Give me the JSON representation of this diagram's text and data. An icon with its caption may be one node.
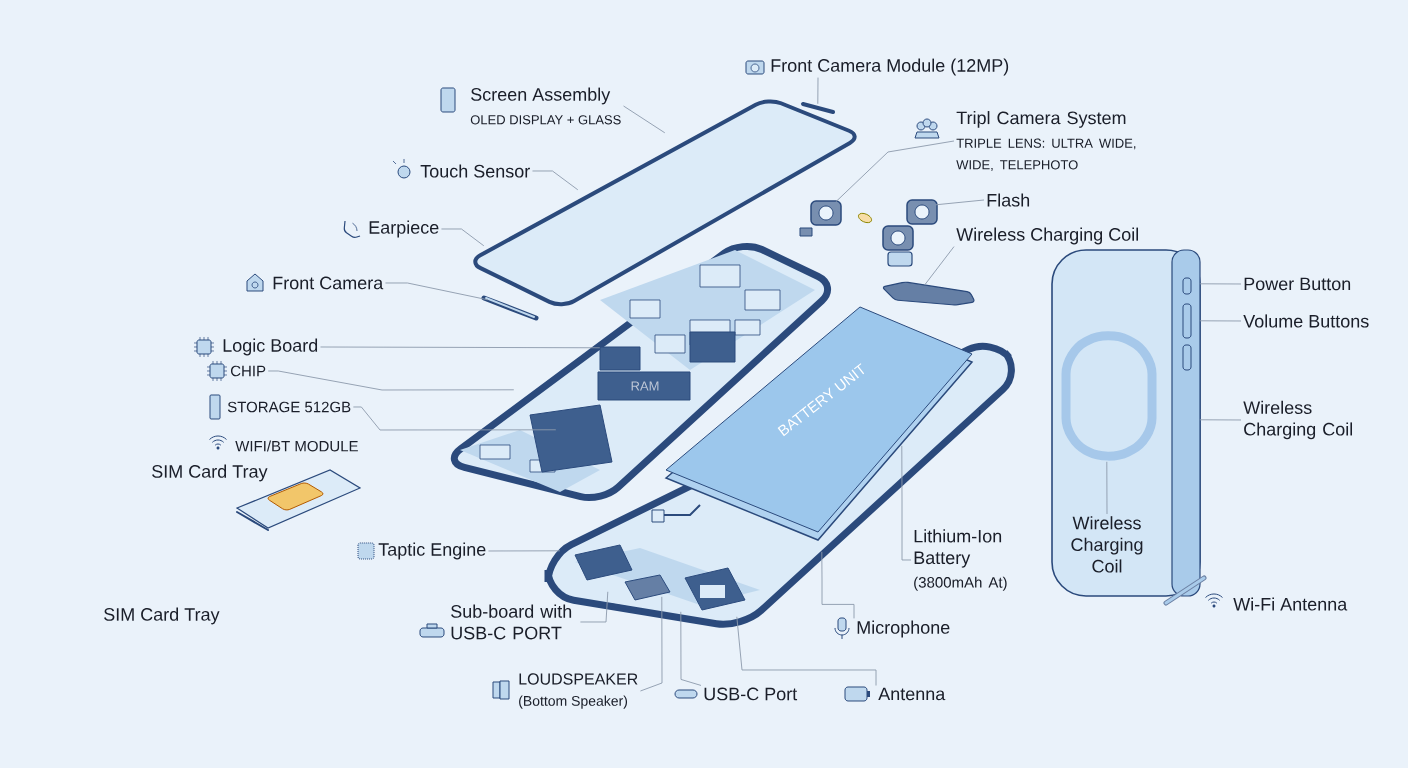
{
  "diagram": {
    "nodes": [
      {
        "text": [
          "Screen Assembly",
          "OLED DISPLAY + GLASS"
        ]
      },
      {
        "text": [
          "Touch Sensor"
        ]
      },
      {
        "text": [
          "Earpiece"
        ]
      },
      {
        "text": [
          "Front Camera"
        ]
      },
      {
        "text": [
          "Front Camera Module (12MP)"
        ]
      },
      {
        "text": [
          "Tripl Camera System",
          "TRIPLE LENS: ULTRA WIDE, WIDE, TELEPHOTO"
        ]
      },
      {
        "text": [
          "Flash"
        ]
      },
      {
        "text": [
          "Wireless Charging Coil"
        ]
      },
      {
        "text": [
          "Logic Board"
        ]
      },
      {
        "text": [
          "CHIP"
        ]
      },
      {
        "text": [
          "STORAGE 512GB"
        ]
      },
      {
        "text": [
          "Taptic Engine"
        ]
      },
      {
        "text": [
          "Sub-board with USB-C PORT"
        ]
      },
      {
        "text": [
          "LOUDSPEAKER",
          "(Bottom Speaker)"
        ]
      },
      {
        "text": [
          "USB-C Port"
        ]
      },
      {
        "text": [
          "Antenna"
        ]
      },
      {
        "text": [
          "Microphone"
        ]
      },
      {
        "text": [
          "Lithium-Ion Battery",
          "(3800mAh At)"
        ]
      },
      {
        "text": [
          "Power Button"
        ]
      },
      {
        "text": [
          "Volume Buttons"
        ]
      },
      {
        "text": [
          "Wireless Charging Coil"
        ]
      },
      {
        "text": [
          "Wireless Charging Coil"
        ],
        "in": 31
      },
      {
        "text": [],
        "shape": "picture"
      },
      {
        "text": [],
        "shape": "picture"
      },
      {
        "text": [],
        "shape": "picture"
      },
      {
        "text": [],
        "shape": "picture"
      },
      {
        "text": [],
        "shape": "picture"
      },
      {
        "text": [],
        "shape": "picture"
      },
      {
        "text": [],
        "shape": "picture"
      },
      {
        "text": [],
        "shape": "picture"
      },
      {
        "text": [],
        "shape": "picture"
      },
      {
        "text": [],
        "shape": "picture"
      },
      {
        "text": [],
        "shape": "picture",
        "in": 31
      }
    ],
    "edges": [
      {
        "from": 0,
        "to": 22,
        "arrow": "none"
      },
      {
        "from": 1,
        "to": 22,
        "arrow": "none"
      },
      {
        "from": 2,
        "to": 22,
        "arrow": "none"
      },
      {
        "from": 3,
        "to": 23,
        "arrow": "none"
      },
      {
        "from": 4,
        "to": 24,
        "arrow": "none"
      },
      {
        "from": 5,
        "to": 25,
        "arrow": "none"
      },
      {
        "from": 6,
        "to": 26,
        "arrow": "none"
      },
      {
        "from": 7,
        "to": 27,
        "arrow": "none"
      },
      {
        "from": 8,
        "to": 28,
        "arrow": "none"
      },
      {
        "from": 9,
        "to": 28,
        "arrow": "none"
      },
      {
        "from": 10,
        "to": 28,
        "arrow": "none"
      },
      {
        "from": 11,
        "to": 30,
        "arrow": "none"
      },
      {
        "from": 12,
        "to": 30,
        "arrow": "none"
      },
      {
        "from": 13,
        "to": 30,
        "arrow": "none"
      },
      {
        "from": 14,
        "to": 30,
        "arrow": "none"
      },
      {
        "from": 15,
        "to": 30,
        "arrow": "none"
      },
      {
        "from": 16,
        "to": 30,
        "arrow": "none"
      },
      {
        "from": 17,
        "to": 29,
        "arrow": "none"
      },
      {
        "from": 18,
        "to": 31,
        "arrow": "none"
      },
      {
        "from": 19,
        "to": 31,
        "arrow": "none"
      },
      {
        "from": 20,
        "to": 31,
        "arrow": "none"
      },
      {
        "from": 21,
        "to": 32,
        "arrow": "none"
      }
    ],
    "labels": [
      "WIFI/BT MODULE",
      "SIM Card Tray",
      "RAM",
      "BATTERY UNIT",
      "Wi-Fi Antenna",
      "SIM Card Tray"
    ]
  }
}
